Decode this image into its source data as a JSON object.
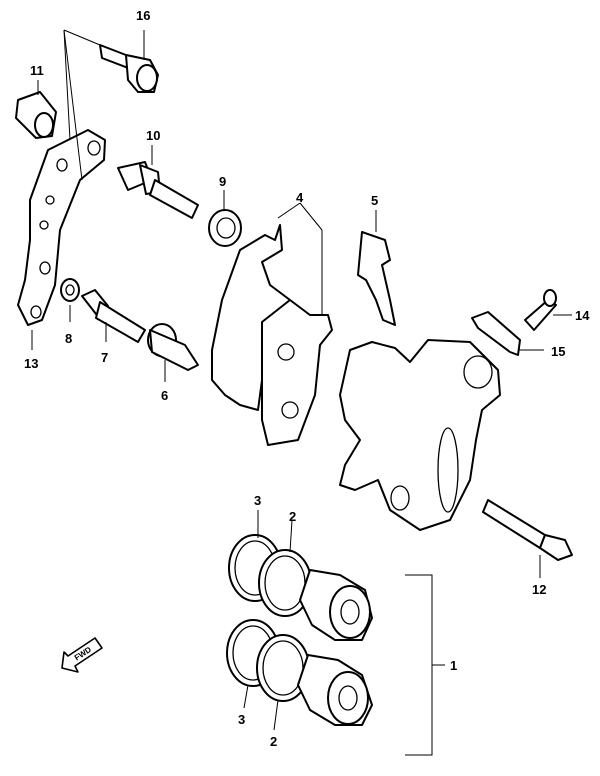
{
  "callouts": {
    "c1": "1",
    "c2a": "2",
    "c2b": "2",
    "c3a": "3",
    "c3b": "3",
    "c4": "4",
    "c5": "5",
    "c6": "6",
    "c7": "7",
    "c8": "8",
    "c9": "9",
    "c10": "10",
    "c11": "11",
    "c12": "12",
    "c13": "13",
    "c14": "14",
    "c15": "15",
    "c16": "16"
  },
  "fwd_label": "FWD"
}
